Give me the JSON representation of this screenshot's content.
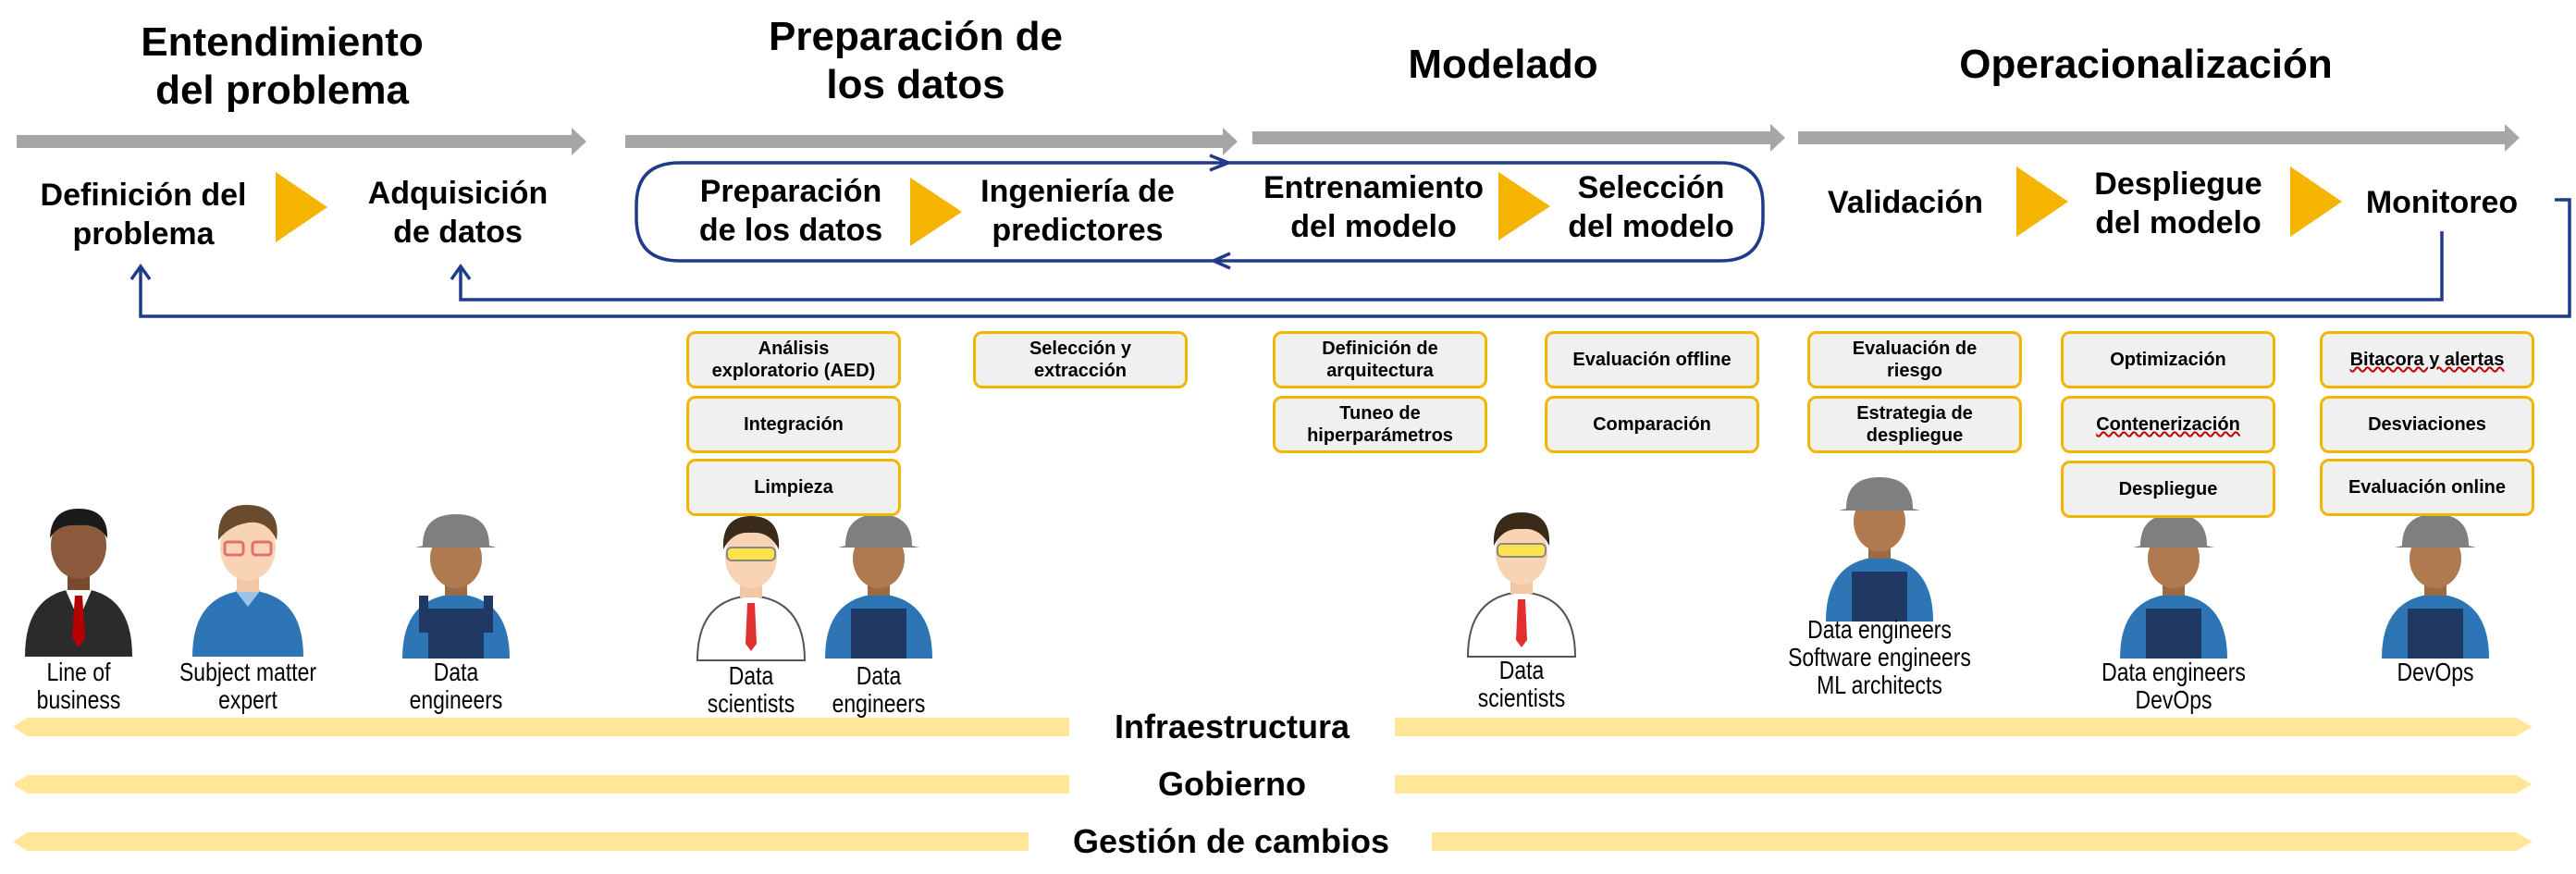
{
  "phases": [
    {
      "label": "Entendimiento\ndel problema"
    },
    {
      "label": "Preparación de\nlos datos"
    },
    {
      "label": "Modelado"
    },
    {
      "label": "Operacionalización"
    }
  ],
  "steps": [
    {
      "label": "Definición del\nproblema"
    },
    {
      "label": "Adquisición\nde datos"
    },
    {
      "label": "Preparación\nde los datos"
    },
    {
      "label": "Ingeniería de\npredictores"
    },
    {
      "label": "Entrenamiento\ndel modelo"
    },
    {
      "label": "Selección\ndel modelo"
    },
    {
      "label": "Validación"
    },
    {
      "label": "Despliegue\ndel modelo"
    },
    {
      "label": "Monitoreo"
    }
  ],
  "tasks": {
    "prep": [
      "Análisis\nexploratorio (AED)",
      "Integración",
      "Limpieza"
    ],
    "feat": [
      "Selección y\nextracción"
    ],
    "train": [
      "Definición de\narquitectura",
      "Tuneo de\nhiperparámetros"
    ],
    "select": [
      "Evaluación offline",
      "Comparación"
    ],
    "valid": [
      "Evaluación de\nriesgo",
      "Estrategia de\ndespliegue"
    ],
    "deploy": [
      "Optimización",
      "Contenerización",
      "Despliegue"
    ],
    "monitor": [
      "Bitacora y alertas",
      "Desviaciones",
      "Evaluación online"
    ]
  },
  "roles": [
    {
      "label": "Line of\nbusiness",
      "icon": "businessman-icon"
    },
    {
      "label": "Subject matter\nexpert",
      "icon": "expert-icon"
    },
    {
      "label": "Data\nengineers",
      "icon": "engineer-icon"
    },
    {
      "label": "Data\nscientists",
      "icon": "scientist-icon"
    },
    {
      "label": "Data\nengineers",
      "icon": "engineer-icon"
    },
    {
      "label": "Data\nscientists",
      "icon": "scientist-icon"
    },
    {
      "label": "Data engineers\nSoftware engineers\nML architects",
      "icon": "engineer-icon"
    },
    {
      "label": "Data engineers\nDevOps",
      "icon": "engineer-icon"
    },
    {
      "label": "DevOps",
      "icon": "engineer-icon"
    }
  ],
  "bands": [
    {
      "label": "Infraestructura"
    },
    {
      "label": "Gobierno"
    },
    {
      "label": "Gestión de cambios"
    }
  ],
  "colors": {
    "task_border": "#f2b600",
    "triangle": "#f5b400",
    "loop": "#1f3c88",
    "band": "#ffe699",
    "phase_arrow": "#a6a6a6"
  }
}
